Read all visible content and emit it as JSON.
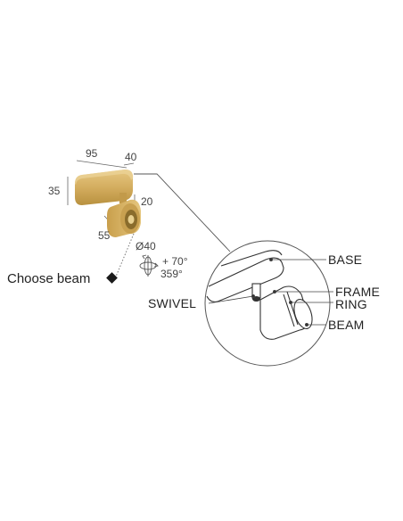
{
  "dimensions": {
    "length": "95",
    "depth": "40",
    "height": "35",
    "arm": "20",
    "head_length": "55",
    "diameter": "Ø40",
    "tilt": "+ 70°",
    "rotation": "359°"
  },
  "choose_beam": {
    "label": "Choose beam"
  },
  "parts": {
    "base": "BASE",
    "frame": "FRAME",
    "ring": "RING",
    "swivel": "SWIVEL",
    "beam": "BEAM"
  },
  "colors": {
    "brass": "#d4ad5f",
    "brass_dark": "#b8913f",
    "line": "#555555",
    "marker": "#1a1a1a"
  }
}
